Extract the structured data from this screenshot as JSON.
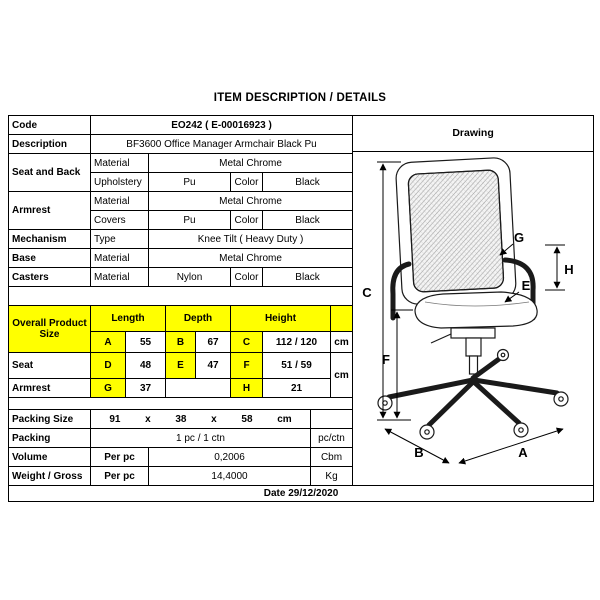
{
  "page": {
    "title": "ITEM DESCRIPTION / DETAILS"
  },
  "colors": {
    "highlight": "#ffff00",
    "border": "#000000",
    "background": "#ffffff"
  },
  "table": {
    "code": {
      "label": "Code",
      "value": "EO242  ( E-00016923 )"
    },
    "drawing_header": "Drawing",
    "description": {
      "label": "Description",
      "value": "BF3600 Office Manager Armchair Black Pu"
    },
    "seat_and_back": {
      "label": "Seat and Back",
      "material_label": "Material",
      "material_value": "Metal Chrome",
      "upholstery_label": "Upholstery",
      "upholstery_value": "Pu",
      "color_label": "Color",
      "color_value": "Black"
    },
    "armrest": {
      "label": "Armrest",
      "material_label": "Material",
      "material_value": "Metal Chrome",
      "covers_label": "Covers",
      "covers_value": "Pu",
      "color_label": "Color",
      "color_value": "Black"
    },
    "mechanism": {
      "label": "Mechanism",
      "type_label": "Type",
      "value": "Knee Tilt ( Heavy Duty )"
    },
    "base": {
      "label": "Base",
      "material_label": "Material",
      "value": "Metal Chrome"
    },
    "casters": {
      "label": "Casters",
      "material_label": "Material",
      "material_value": "Nylon",
      "color_label": "Color",
      "color_value": "Black"
    },
    "overall_size": {
      "label": "Overall Product Size",
      "length_header": "Length",
      "depth_header": "Depth",
      "height_header": "Height",
      "l_key": "A",
      "l_value": "55",
      "d_key": "B",
      "d_value": "67",
      "h_key": "C",
      "h_value": "112 / 120",
      "unit": "cm"
    },
    "seat_size": {
      "label": "Seat",
      "l_key": "D",
      "l_value": "48",
      "d_key": "E",
      "d_value": "47",
      "h_key": "F",
      "h_value": "51 / 59",
      "unit": "cm"
    },
    "armrest_size": {
      "label": "Armrest",
      "l_key": "G",
      "l_value": "37",
      "h_key": "H",
      "h_value": "21"
    },
    "packing_size": {
      "label": "Packing Size",
      "w": "91",
      "x1": "x",
      "d": "38",
      "x2": "x",
      "h": "58",
      "unit": "cm"
    },
    "packing": {
      "label": "Packing",
      "value": "1 pc / 1 ctn",
      "unit": "pc/ctn"
    },
    "volume": {
      "label": "Volume",
      "per": "Per pc",
      "value": "0,2006",
      "unit": "Cbm"
    },
    "weight": {
      "label": "Weight / Gross",
      "per": "Per pc",
      "value": "14,4000",
      "unit": "Kg"
    },
    "date": "Date 29/12/2020"
  },
  "drawing": {
    "dim_labels": {
      "c": "C",
      "f": "F",
      "g": "G",
      "h": "H",
      "e": "E",
      "b": "B",
      "a": "A"
    }
  }
}
